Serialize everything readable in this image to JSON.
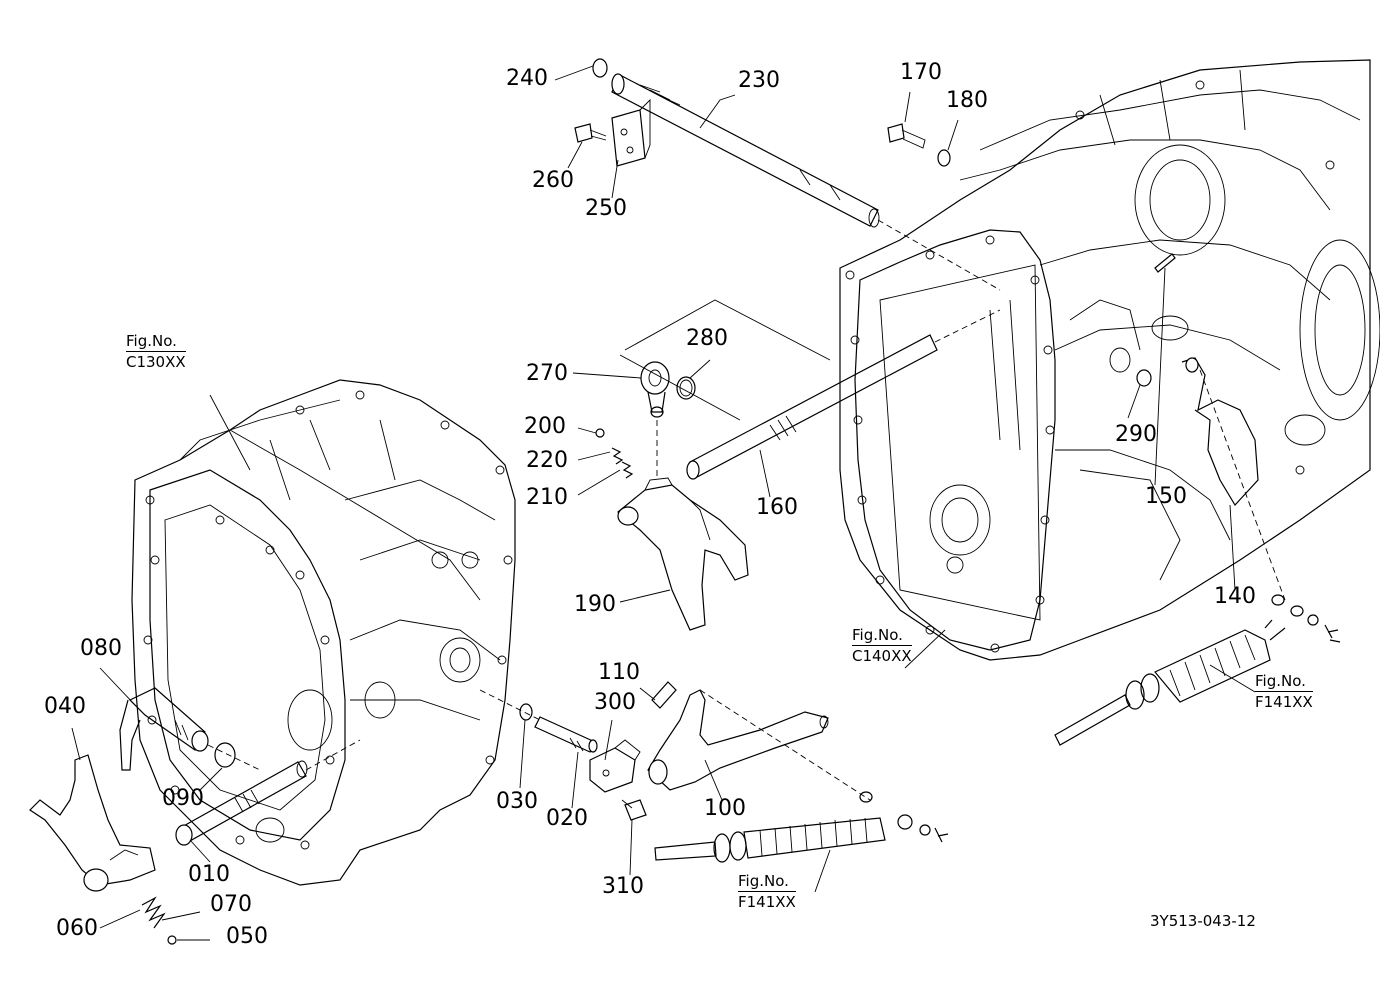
{
  "diagram": {
    "document_id": "3Y513-043-12",
    "part_labels": [
      {
        "key": "p240",
        "text": "240"
      },
      {
        "key": "p230",
        "text": "230"
      },
      {
        "key": "p170",
        "text": "170"
      },
      {
        "key": "p180",
        "text": "180"
      },
      {
        "key": "p260",
        "text": "260"
      },
      {
        "key": "p250",
        "text": "250"
      },
      {
        "key": "p270",
        "text": "270"
      },
      {
        "key": "p280",
        "text": "280"
      },
      {
        "key": "p200",
        "text": "200"
      },
      {
        "key": "p220",
        "text": "220"
      },
      {
        "key": "p210",
        "text": "210"
      },
      {
        "key": "p160",
        "text": "160"
      },
      {
        "key": "p190",
        "text": "190"
      },
      {
        "key": "p290",
        "text": "290"
      },
      {
        "key": "p150",
        "text": "150"
      },
      {
        "key": "p140",
        "text": "140"
      },
      {
        "key": "p080",
        "text": "080"
      },
      {
        "key": "p040",
        "text": "040"
      },
      {
        "key": "p090",
        "text": "090"
      },
      {
        "key": "p010",
        "text": "010"
      },
      {
        "key": "p060",
        "text": "060"
      },
      {
        "key": "p070",
        "text": "070"
      },
      {
        "key": "p050",
        "text": "050"
      },
      {
        "key": "p030",
        "text": "030"
      },
      {
        "key": "p020",
        "text": "020"
      },
      {
        "key": "p110",
        "text": "110"
      },
      {
        "key": "p300",
        "text": "300"
      },
      {
        "key": "p100",
        "text": "100"
      },
      {
        "key": "p310",
        "text": "310"
      }
    ],
    "figure_refs": [
      {
        "key": "c130",
        "prefix": "Fig.No.",
        "code": "C130XX"
      },
      {
        "key": "c140",
        "prefix": "Fig.No.",
        "code": "C140XX"
      },
      {
        "key": "f141a",
        "prefix": "Fig.No.",
        "code": "F141XX"
      },
      {
        "key": "f141b",
        "prefix": "Fig.No.",
        "code": "F141XX"
      }
    ]
  }
}
